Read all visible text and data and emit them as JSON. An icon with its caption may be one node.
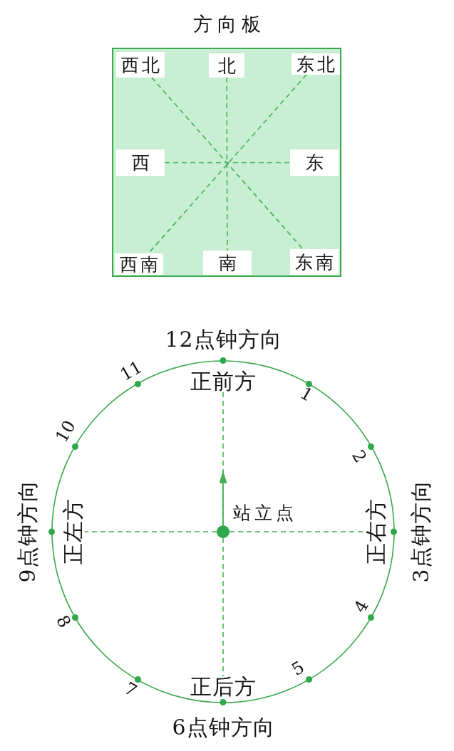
{
  "diagram": {
    "nodes": [
      {
        "text": [
          "方向板"
        ]
      },
      {
        "text": [
          "西北"
        ],
        "in": 0
      },
      {
        "text": [
          "北"
        ],
        "in": 0
      },
      {
        "text": [
          "东北"
        ],
        "in": 0
      },
      {
        "text": [
          "西"
        ],
        "in": 0
      },
      {
        "text": [
          "东"
        ],
        "in": 0
      },
      {
        "text": [
          "西南"
        ],
        "in": 0
      },
      {
        "text": [
          "南"
        ],
        "in": 0
      },
      {
        "text": [
          "东南"
        ],
        "in": 0
      },
      {
        "text": [],
        "shape": "circle",
        "beside": [
          "站立点"
        ]
      },
      {
        "text": [],
        "shape": "circle",
        "beside": [
          "12点钟方向",
          "正前方"
        ]
      },
      {
        "text": [],
        "shape": "circle",
        "beside": [
          "1"
        ]
      },
      {
        "text": [],
        "shape": "circle",
        "beside": [
          "2"
        ]
      },
      {
        "text": [],
        "shape": "circle",
        "beside": [
          "正右方",
          "3点钟方向"
        ]
      },
      {
        "text": [],
        "shape": "circle",
        "beside": [
          "4"
        ]
      },
      {
        "text": [],
        "shape": "circle",
        "beside": [
          "5"
        ]
      },
      {
        "text": [],
        "shape": "circle",
        "beside": [
          "正后方",
          "6点钟方向"
        ]
      },
      {
        "text": [],
        "shape": "circle",
        "beside": [
          "7"
        ]
      },
      {
        "text": [],
        "shape": "circle",
        "beside": [
          "8"
        ]
      },
      {
        "text": [],
        "shape": "circle",
        "beside": [
          "9点钟方向",
          "正左方"
        ]
      },
      {
        "text": [],
        "shape": "circle",
        "beside": [
          "10"
        ]
      },
      {
        "text": [],
        "shape": "circle",
        "beside": [
          "11"
        ]
      }
    ],
    "edges": [
      {
        "from": 1,
        "to": 8,
        "arrow": "none",
        "style": "dashed"
      },
      {
        "from": 2,
        "to": 7,
        "arrow": "none",
        "style": "dashed"
      },
      {
        "from": 3,
        "to": 6,
        "arrow": "none",
        "style": "dashed"
      },
      {
        "from": 4,
        "to": 5,
        "arrow": "none",
        "style": "dashed"
      },
      {
        "from": 9,
        "to": 10,
        "arrow": "none",
        "style": "dashed"
      },
      {
        "from": 9,
        "to": 13,
        "arrow": "none",
        "style": "dashed"
      },
      {
        "from": 9,
        "to": 16,
        "arrow": "none",
        "style": "dashed"
      },
      {
        "from": 9,
        "to": 19,
        "arrow": "none",
        "style": "dashed"
      },
      {
        "from": 9,
        "to": null,
        "arrow": "to"
      }
    ]
  }
}
